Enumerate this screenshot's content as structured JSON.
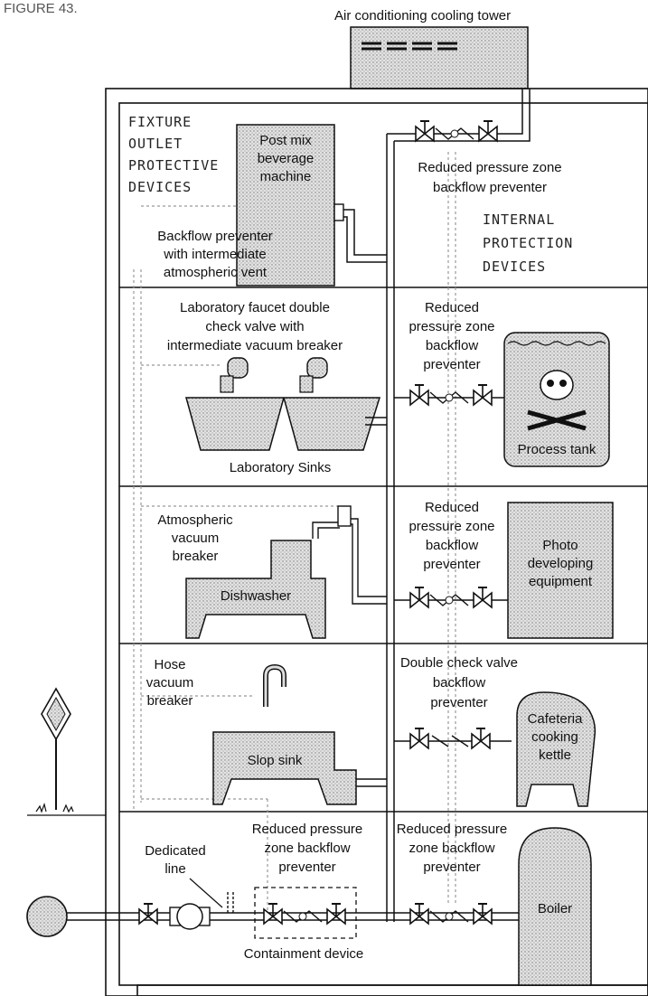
{
  "figure_label": "FIGURE 43.",
  "cooling_tower": "Air conditioning cooling tower",
  "fixture_heading": [
    "FIXTURE",
    "OUTLET",
    "PROTECTIVE",
    "DEVICES"
  ],
  "internal_heading": [
    "INTERNAL",
    "PROTECTION",
    "DEVICES"
  ],
  "floor5": {
    "machine": [
      "Post mix",
      "beverage",
      "machine"
    ],
    "rp_label": [
      "Reduced pressure zone",
      "backflow preventer"
    ],
    "bp_label": [
      "Backflow preventer",
      "with intermediate",
      "atmospheric vent"
    ]
  },
  "floor4": {
    "faucet_label": [
      "Laboratory faucet double",
      "check valve with",
      "intermediate vacuum breaker"
    ],
    "sinks": "Laboratory Sinks",
    "rp_label": [
      "Reduced",
      "pressure zone",
      "backflow",
      "preventer"
    ],
    "tank": "Process tank"
  },
  "floor3": {
    "avb_label": [
      "Atmospheric",
      "vacuum",
      "breaker"
    ],
    "dishwasher": "Dishwasher",
    "rp_label": [
      "Reduced",
      "pressure zone",
      "backflow",
      "preventer"
    ],
    "photo": [
      "Photo",
      "developing",
      "equipment"
    ]
  },
  "floor2": {
    "hvb_label": [
      "Hose",
      "vacuum",
      "breaker"
    ],
    "slop": "Slop sink",
    "dc_label": [
      "Double check valve",
      "backflow",
      "preventer"
    ],
    "kettle": [
      "Cafeteria",
      "cooking",
      "kettle"
    ]
  },
  "floor1": {
    "rp_label": [
      "Reduced pressure",
      "zone backflow",
      "preventer"
    ],
    "dedicated": [
      "Dedicated",
      "line"
    ],
    "rp_right": [
      "Reduced pressure",
      "zone backflow",
      "preventer"
    ],
    "boiler": "Boiler",
    "containment": "Containment device"
  },
  "colors": {
    "stipple": "#cfcfcf",
    "line": "#111111",
    "dashed": "#888888"
  }
}
